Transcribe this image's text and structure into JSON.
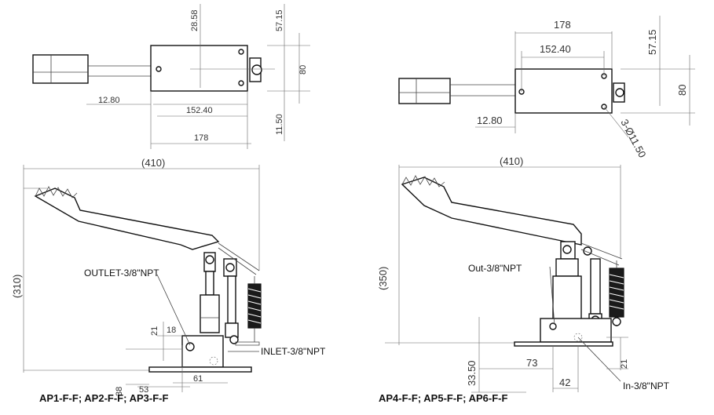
{
  "left": {
    "top_view": {
      "dims": [
        "28.58",
        "57.15",
        "80",
        "12.80",
        "152.40",
        "11.50",
        "178"
      ]
    },
    "side_view": {
      "dims": [
        "(410)",
        "(310)",
        "21",
        "18",
        "38",
        "53",
        "61"
      ],
      "outlet": "OUTLET-3/8\"NPT",
      "inlet": "INLET-3/8\"NPT"
    },
    "caption": "AP1-F-F;   AP2-F-F;   AP3-F-F"
  },
  "right": {
    "top_view": {
      "dims": [
        "178",
        "152.40",
        "57.15",
        "80",
        "12.80",
        "3-Ø11.50"
      ]
    },
    "side_view": {
      "dims": [
        "(410)",
        "(350)",
        "73",
        "33.50",
        "42",
        "21"
      ],
      "outlet": "Out-3/8\"NPT",
      "inlet": "In-3/8\"NPT"
    },
    "caption": "AP4-F-F;   AP5-F-F;   AP6-F-F"
  }
}
